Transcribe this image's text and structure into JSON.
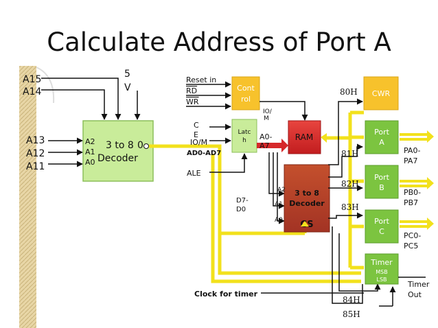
{
  "title": "Calculate Address of Port A",
  "labels": {
    "a15": "A15",
    "a14": "A14",
    "a13": "A13",
    "a12": "A12",
    "a11": "A11",
    "five": "5",
    "volt": "V",
    "dec_a2": "A2",
    "dec_a1": "A1",
    "dec_a0": "A0",
    "dec_main1": "3 to 8",
    "dec_zero": "0",
    "dec_main2": "Decoder",
    "reset": "Reset in",
    "rd": "RD",
    "wr": "WR",
    "control1": "Cont",
    "control2": "rol",
    "iom_small1": "IO/",
    "iom_small2": "M",
    "ce1": "C",
    "ce2": "E",
    "iom": "IO/M",
    "ad": "AD0-AD7",
    "ale": "ALE",
    "latch1": "Latc",
    "latch2": "h",
    "a0a7_1": "A0-",
    "a0a7_2": "A7",
    "ram": "RAM",
    "d7d0_1": "D7-",
    "d7d0_2": "D0",
    "sd_a2": "A2",
    "sd_a1": "A1",
    "sd_a0": "A0",
    "sd1": "3 to 8",
    "sd2": "Decoder",
    "cs": "CS",
    "h80": "80H",
    "h81": "81H",
    "h82": "82H",
    "h83": "83H",
    "h84": "84H",
    "h85": "85H",
    "cwr": "CWR",
    "porta1": "Port",
    "porta2": "A",
    "portb1": "Port",
    "portb2": "B",
    "portc1": "Port",
    "portc2": "C",
    "timer": "Timer",
    "msb": "MSB",
    "lsb": "LSB",
    "pa1": "PA0-",
    "pa2": "PA7",
    "pb1": "PB0-",
    "pb2": "PB7",
    "pc1": "PC0-",
    "pc2": "PC5",
    "tout1": "Timer",
    "tout2": "Out",
    "clock": "Clock for timer"
  },
  "colors": {
    "bus": "#f2e11c",
    "bus_edge": "#d4b800",
    "decoder": "#c9ec9a",
    "control": "#f7c22c",
    "cwr": "#f7c22c",
    "port": "#7cc440",
    "ram": "#d6282a",
    "sub_decoder": "#b8432b",
    "latch": "#c9ec9a",
    "address_bar": "#e8d6a6"
  }
}
